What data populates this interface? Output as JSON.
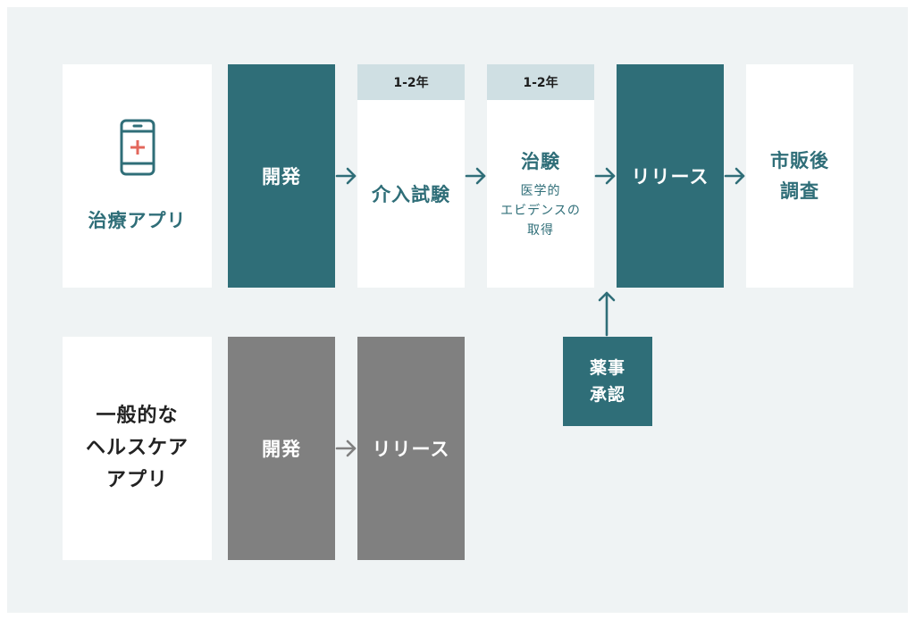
{
  "colors": {
    "background": "#eff3f4",
    "teal": "#2f6e78",
    "gray": "#808080",
    "tag": "#cfdfe3",
    "white": "#ffffff",
    "plus_red": "#e3675c"
  },
  "therapeutic_row": {
    "title": "治療アプリ",
    "icon": "smartphone-medical-icon",
    "development": "開発",
    "intervention": {
      "tag": "1-2年",
      "label": "介入試験"
    },
    "trial": {
      "tag": "1-2年",
      "label": "治験",
      "sub": [
        "医学的",
        "エビデンスの",
        "取得"
      ]
    },
    "release": "リリース",
    "post_market": [
      "市販後",
      "調査"
    ],
    "approval": [
      "薬事",
      "承認"
    ]
  },
  "general_row": {
    "title": [
      "一般的な",
      "ヘルスケア",
      "アプリ"
    ],
    "development": "開発",
    "release": "リリース"
  }
}
